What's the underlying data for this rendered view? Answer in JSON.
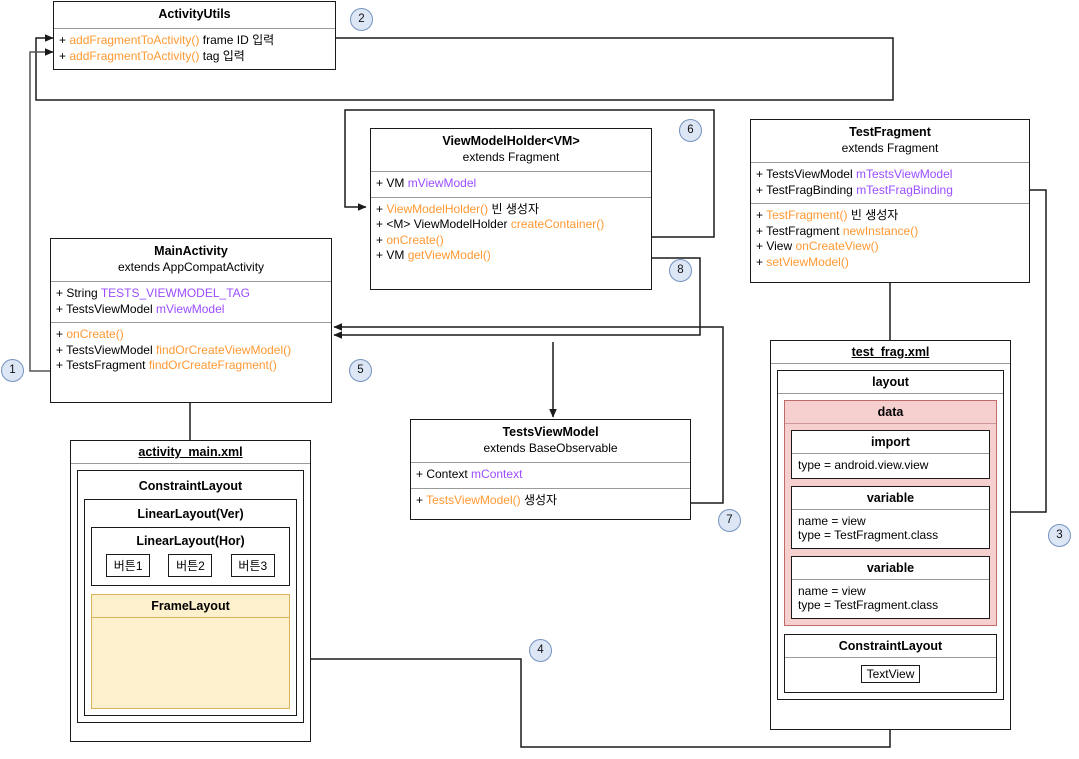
{
  "diagram": {
    "title": "Android MVVM class & layout relationship diagram",
    "colors": {
      "field": "#9b4dff",
      "method": "#ff9933",
      "step_fill": "#dce6f5",
      "step_border": "#7592bf",
      "data_block": "#f6cfcf",
      "frame_block": "#fdf0cd",
      "line": "#1a1a1a"
    }
  },
  "classes": {
    "activity_utils": {
      "name": "ActivityUtils",
      "extends": "",
      "methods": [
        {
          "vis": "+",
          "ret": "",
          "name": "addFragmentToActivity()",
          "note": "frame ID 입력"
        },
        {
          "vis": "+",
          "ret": "",
          "name": "addFragmentToActivity()",
          "note": "tag 입력"
        }
      ]
    },
    "view_model_holder": {
      "name": "ViewModelHolder<VM>",
      "extends": "extends Fragment",
      "fields": [
        {
          "vis": "+",
          "type": "VM",
          "name": "mViewModel"
        }
      ],
      "methods": [
        {
          "vis": "+",
          "ret": "",
          "name": "ViewModelHolder()",
          "note": "빈 생성자"
        },
        {
          "vis": "+",
          "ret": "<M>  ViewModelHolder",
          "name": "createContainer()",
          "note": ""
        },
        {
          "vis": "+",
          "ret": "",
          "name": "onCreate()",
          "note": ""
        },
        {
          "vis": "+",
          "ret": "VM",
          "name": "getViewModel()",
          "note": ""
        }
      ]
    },
    "test_fragment": {
      "name": "TestFragment",
      "extends": "extends Fragment",
      "fields": [
        {
          "vis": "+",
          "type": "TestsViewModel",
          "name": "mTestsViewModel"
        },
        {
          "vis": "+",
          "type": "TestFragBinding",
          "name": "mTestFragBinding"
        }
      ],
      "methods": [
        {
          "vis": "+",
          "ret": "",
          "name": "TestFragment()",
          "note": "빈 생성자"
        },
        {
          "vis": "+",
          "ret": "TestFragment",
          "name": "newInstance()",
          "note": ""
        },
        {
          "vis": "+",
          "ret": "View",
          "name": "onCreateView()",
          "note": ""
        },
        {
          "vis": "+",
          "ret": "",
          "name": "setViewModel()",
          "note": ""
        }
      ]
    },
    "main_activity": {
      "name": "MainActivity",
      "extends": "extends AppCompatActivity",
      "fields": [
        {
          "vis": "+",
          "type": "String",
          "name": "TESTS_VIEWMODEL_TAG"
        },
        {
          "vis": "+",
          "type": "TestsViewModel",
          "name": "mViewModel"
        }
      ],
      "methods": [
        {
          "vis": "+",
          "ret": "",
          "name": "onCreate()",
          "note": ""
        },
        {
          "vis": "+",
          "ret": "TestsViewModel",
          "name": "findOrCreateViewModel()",
          "note": ""
        },
        {
          "vis": "+",
          "ret": "TestsFragment",
          "name": "findOrCreateFragment()",
          "note": ""
        }
      ]
    },
    "tests_view_model": {
      "name": "TestsViewModel",
      "extends": "extends BaseObservable",
      "fields": [
        {
          "vis": "+",
          "type": "Context",
          "name": "mContext"
        }
      ],
      "methods": [
        {
          "vis": "+",
          "ret": "",
          "name": "TestsViewModel()",
          "note": "생성자"
        }
      ]
    }
  },
  "layouts": {
    "activity_main": {
      "file": "activity_main.xml",
      "root": "ConstraintLayout",
      "linear_vertical": "LinearLayout(Ver)",
      "linear_horizontal": "LinearLayout(Hor)",
      "buttons": [
        "버튼1",
        "버튼2",
        "버튼3"
      ],
      "frame": "FrameLayout"
    },
    "test_frag": {
      "file": "test_frag.xml",
      "root": "layout",
      "data": "data",
      "import": {
        "title": "import",
        "lines": [
          "type = android.view.view"
        ]
      },
      "variables": [
        {
          "title": "variable",
          "lines": [
            "name = view",
            "type = TestFragment.class"
          ]
        },
        {
          "title": "variable",
          "lines": [
            "name = view",
            "type = TestFragment.class"
          ]
        }
      ],
      "constraint_layout": "ConstraintLayout",
      "text_view": "TextView"
    }
  },
  "steps": [
    {
      "n": "1"
    },
    {
      "n": "2"
    },
    {
      "n": "3"
    },
    {
      "n": "4"
    },
    {
      "n": "5"
    },
    {
      "n": "6"
    },
    {
      "n": "7"
    },
    {
      "n": "8"
    }
  ]
}
